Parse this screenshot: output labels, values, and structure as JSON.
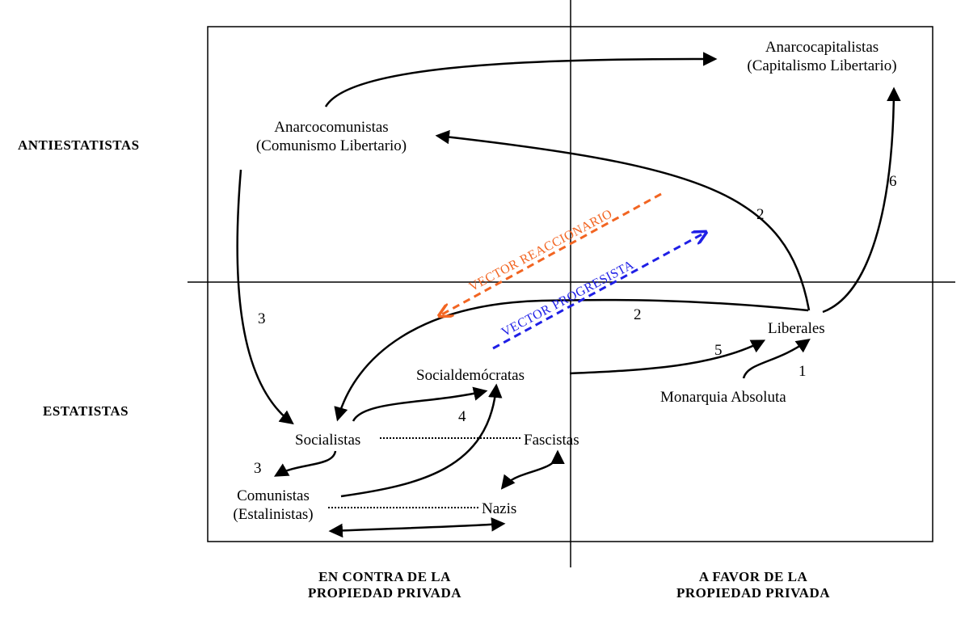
{
  "axes": {
    "top_left": "ANTIESTATISTAS",
    "bottom_left": "ESTATISTAS",
    "bottom_left_col": [
      "EN CONTRA DE LA",
      "PROPIEDAD PRIVADA"
    ],
    "bottom_right_col": [
      "A FAVOR DE LA",
      "PROPIEDAD PRIVADA"
    ]
  },
  "nodes": {
    "anarcocapitalistas": [
      "Anarcocapitalistas",
      "(Capitalismo Libertario)"
    ],
    "anarcocomunistas": [
      "Anarcocomunistas",
      "(Comunismo Libertario)"
    ],
    "liberales": "Liberales",
    "socialdemocratas": "Socialdemócratas",
    "monarquia": "Monarquia Absoluta",
    "socialistas": "Socialistas",
    "fascistas": "Fascistas",
    "comunistas": [
      "Comunistas",
      "(Estalinistas)"
    ],
    "nazis": "Nazis"
  },
  "edge_labels": {
    "n2_top": "2",
    "n6": "6",
    "n3_left": "3",
    "n2_mid": "2",
    "n5": "5",
    "n1": "1",
    "n4": "4",
    "n3_bottom": "3"
  },
  "vectors": {
    "reaccionario": {
      "label": "VECTOR REACCIONARIO",
      "color": "#f26522"
    },
    "progresista": {
      "label": "VECTOR PROGRESISTA",
      "color": "#1f1fe6"
    }
  }
}
